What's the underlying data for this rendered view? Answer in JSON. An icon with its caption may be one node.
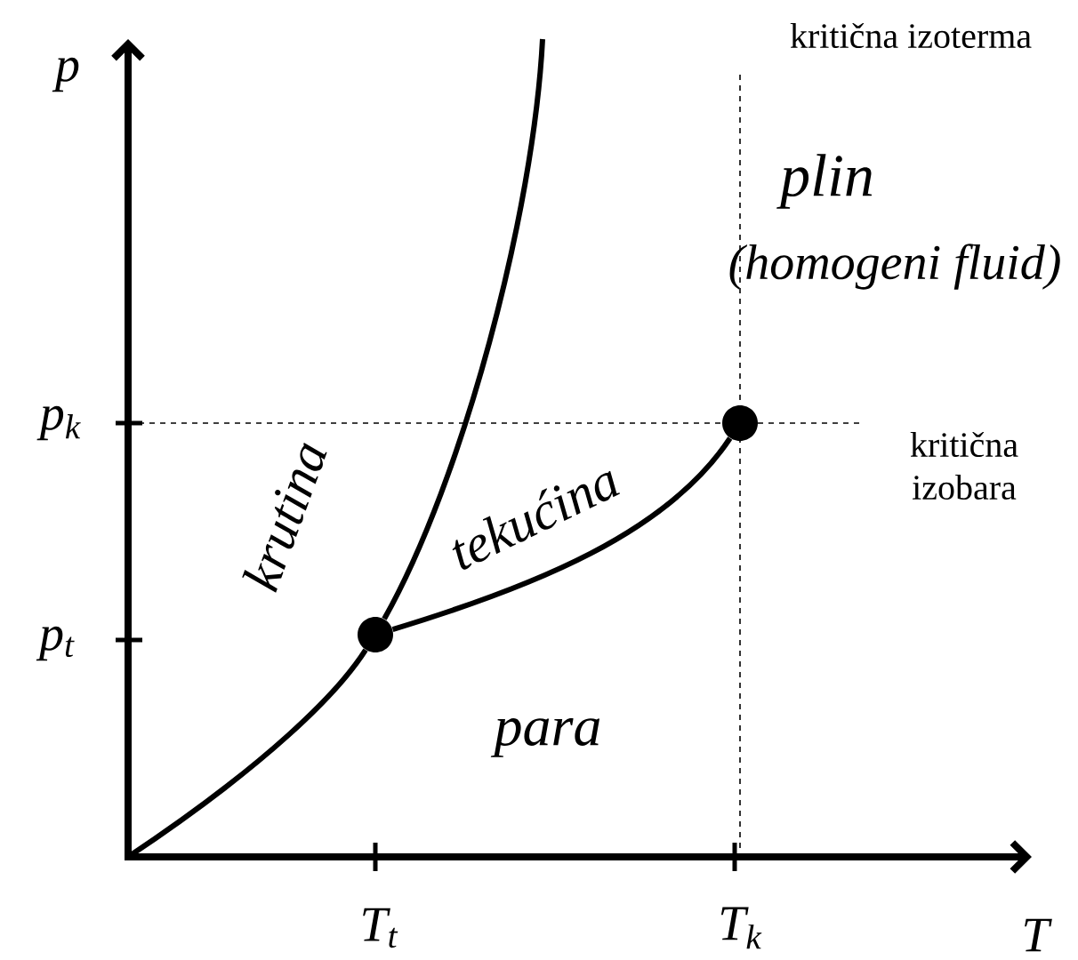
{
  "diagram": {
    "nodes": [
      {
        "text": [],
        "shape": "circle"
      },
      {
        "text": [],
        "shape": "circle"
      }
    ],
    "edges": [
      {
        "from": null,
        "to": 0,
        "arrow": "none"
      },
      {
        "from": 0,
        "to": null,
        "arrow": "none"
      },
      {
        "from": 0,
        "to": 1,
        "arrow": "none"
      }
    ],
    "labels": [
      "p",
      "p$_{k}$",
      "p$_{t}$",
      "T$_{t}$",
      "T$_{k}$",
      "T",
      "kritična izoterma",
      "kritična izobara",
      "plin",
      "(homogeni fluid)",
      "krutina",
      "tekućina",
      "para"
    ]
  }
}
